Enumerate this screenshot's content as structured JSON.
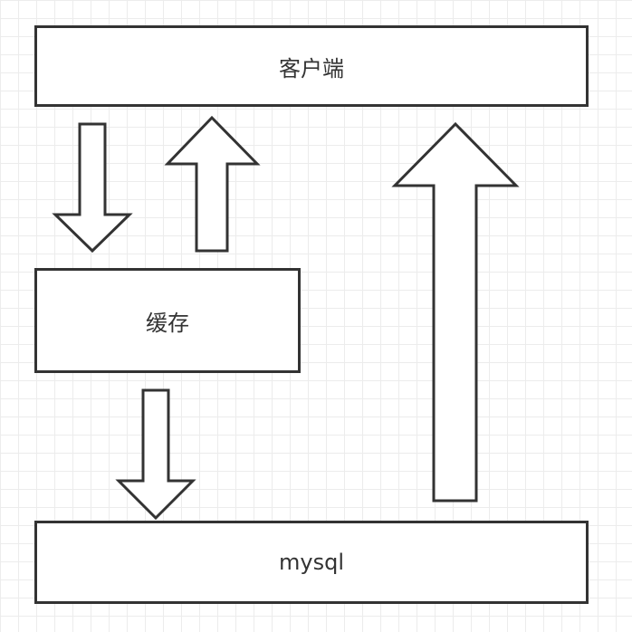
{
  "boxes": {
    "client": "客户端",
    "cache": "缓存",
    "mysql": "mysql"
  },
  "colors": {
    "stroke": "#333333",
    "fill": "#ffffff",
    "grid": "#ececec"
  }
}
